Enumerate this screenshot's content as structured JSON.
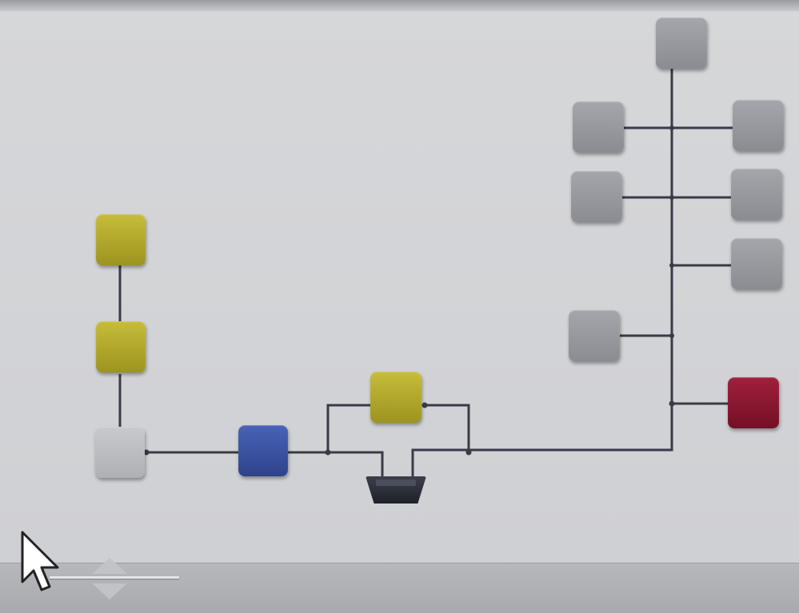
{
  "diagram": {
    "nodes": [
      {
        "id": "top-grey",
        "label": "",
        "color": "#8a8c92"
      },
      {
        "id": "grey-left-1",
        "label": "",
        "color": "#8a8c92"
      },
      {
        "id": "grey-right-1",
        "label": "",
        "color": "#8a8c92"
      },
      {
        "id": "grey-left-2",
        "label": "",
        "color": "#8a8c92"
      },
      {
        "id": "grey-right-2",
        "label": "",
        "color": "#8a8c92"
      },
      {
        "id": "grey-right-3",
        "label": "",
        "color": "#8a8c92"
      },
      {
        "id": "grey-left-3",
        "label": "",
        "color": "#8a8c92"
      },
      {
        "id": "red-node",
        "label": "",
        "color": "#8d1631"
      },
      {
        "id": "yellow-top",
        "label": "",
        "color": "#b0a82d"
      },
      {
        "id": "yellow-mid",
        "label": "",
        "color": "#b0a82d"
      },
      {
        "id": "lightgrey-node",
        "label": "",
        "color": "#b8babd"
      },
      {
        "id": "blue-node",
        "label": "",
        "color": "#3a52a0"
      },
      {
        "id": "yellow-center",
        "label": "",
        "color": "#b0a82d"
      }
    ],
    "splitter": {
      "label": "",
      "color": "#2a2d36"
    }
  },
  "controls": {
    "slider": {
      "label": ""
    }
  },
  "icons": [
    "cursor-arrow-icon",
    "slider-up-arrow-icon",
    "slider-down-arrow-icon"
  ]
}
